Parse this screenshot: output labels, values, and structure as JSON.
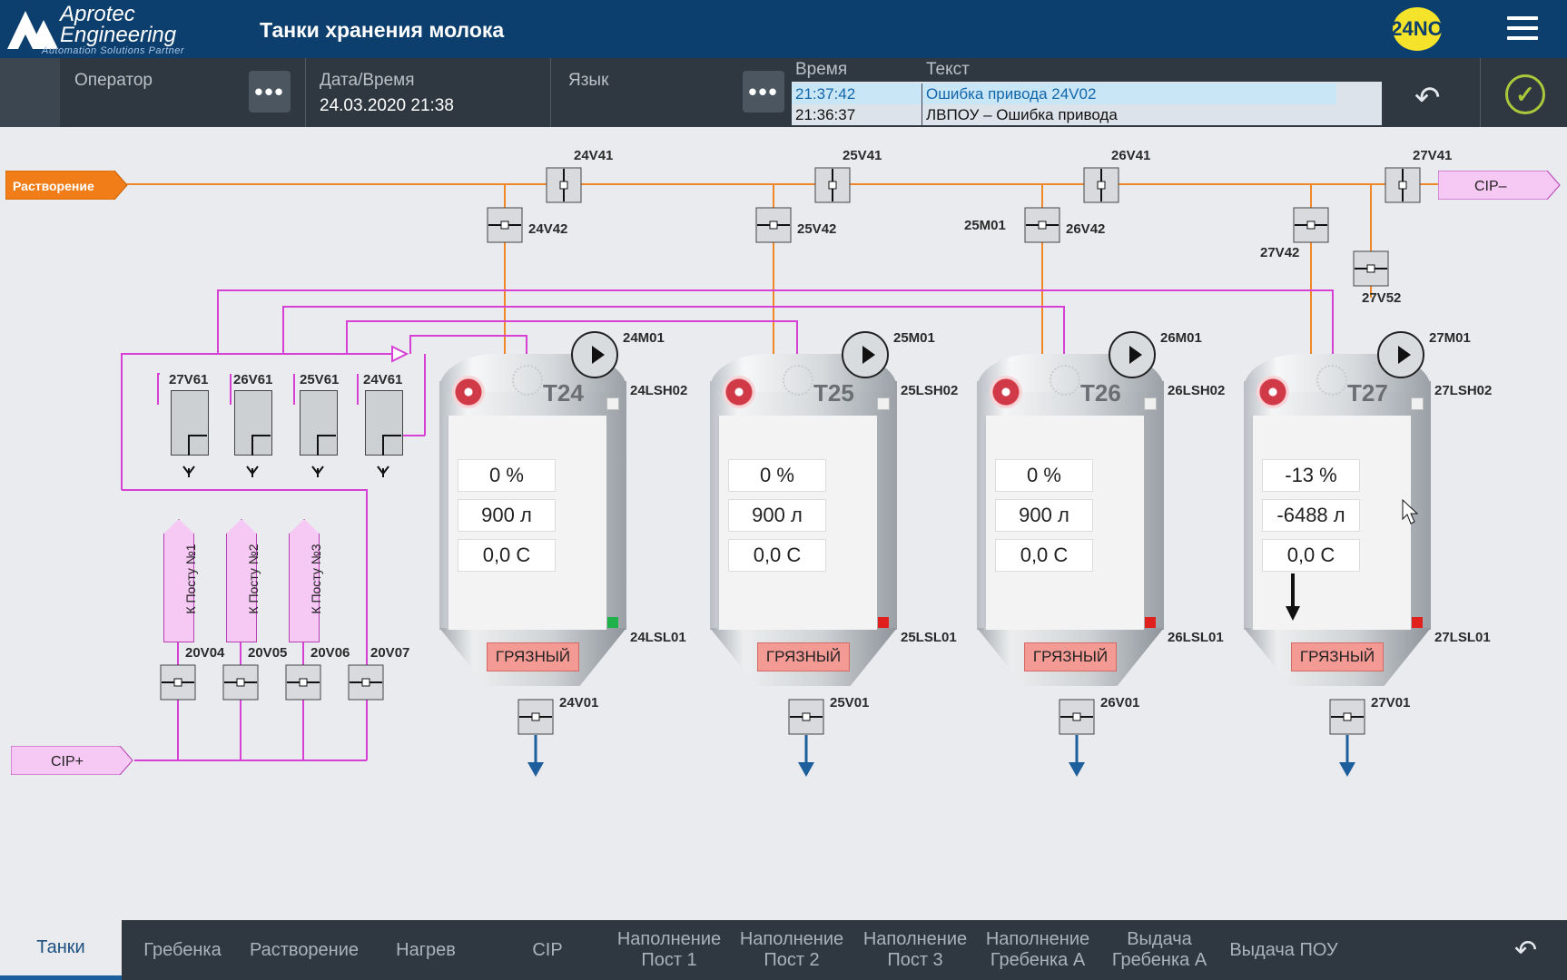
{
  "header": {
    "logo_line1": "Aprotec",
    "logo_line2": "Engineering",
    "logo_tagline": "Automation Solutions Partner",
    "title": "Танки хранения молока",
    "badge": "24NO"
  },
  "infobar": {
    "operator_label": "Оператор",
    "datetime_label": "Дата/Время",
    "datetime_value": "24.03.2020 21:38",
    "language_label": "Язык",
    "dots": "•••",
    "alarms": {
      "col_time": "Время",
      "col_text": "Текст",
      "rows": [
        {
          "time": "21:37:42",
          "text": "Ошибка привода 24V02"
        },
        {
          "time": "21:36:37",
          "text": "ЛВПОУ – Ошибка привода"
        }
      ]
    }
  },
  "diagram": {
    "inlet_label": "Растворение",
    "cip_minus_label": "CIP–",
    "cip_plus_label": "CIP+",
    "valves_top": [
      "24V41",
      "25V41",
      "26V41",
      "27V41"
    ],
    "valves_mid": [
      "24V42",
      "25V42",
      "26V42",
      "27V42"
    ],
    "motor_25M01_label": "25M01",
    "valve_27V52": "27V52",
    "posts": [
      "К Посту №1",
      "К Посту №2",
      "К Посту №3"
    ],
    "valves_posts": [
      "20V04",
      "20V05",
      "20V06",
      "20V07"
    ],
    "valves_61": [
      "27V61",
      "26V61",
      "25V61",
      "24V61"
    ],
    "tanks": [
      {
        "name": "T24",
        "motor": "24M01",
        "lsh": "24LSH02",
        "lsl": "24LSL01",
        "outlet": "24V01",
        "level": "0 %",
        "volume": "900 л",
        "temp": "0,0 C",
        "state": "ГРЯЗНЫЙ",
        "lsl_color": "#1fb24a"
      },
      {
        "name": "T25",
        "motor": "25M01",
        "lsh": "25LSH02",
        "lsl": "25LSL01",
        "outlet": "25V01",
        "level": "0 %",
        "volume": "900 л",
        "temp": "0,0 C",
        "state": "ГРЯЗНЫЙ",
        "lsl_color": "#e0201c"
      },
      {
        "name": "T26",
        "motor": "26M01",
        "lsh": "26LSH02",
        "lsl": "26LSL01",
        "outlet": "26V01",
        "level": "0 %",
        "volume": "900 л",
        "temp": "0,0 C",
        "state": "ГРЯЗНЫЙ",
        "lsl_color": "#e0201c"
      },
      {
        "name": "T27",
        "motor": "27M01",
        "lsh": "27LSH02",
        "lsl": "27LSL01",
        "outlet": "27V01",
        "level": "-13 %",
        "volume": "-6488 л",
        "temp": "0,0 C",
        "state": "ГРЯЗНЫЙ",
        "lsl_color": "#e0201c"
      }
    ],
    "pipe_colors": {
      "product": "#f0882a",
      "cip": "#d640d4"
    }
  },
  "nav": {
    "tabs": [
      "Танки",
      "Гребенка",
      "Растворение",
      "Нагрев",
      "CIP",
      "Наполнение Пост 1",
      "Наполнение Пост 2",
      "Наполнение Пост 3",
      "Наполнение Гребенка А",
      "Выдача Гребенка А",
      "Выдача ПОУ"
    ],
    "active": "Танки"
  }
}
